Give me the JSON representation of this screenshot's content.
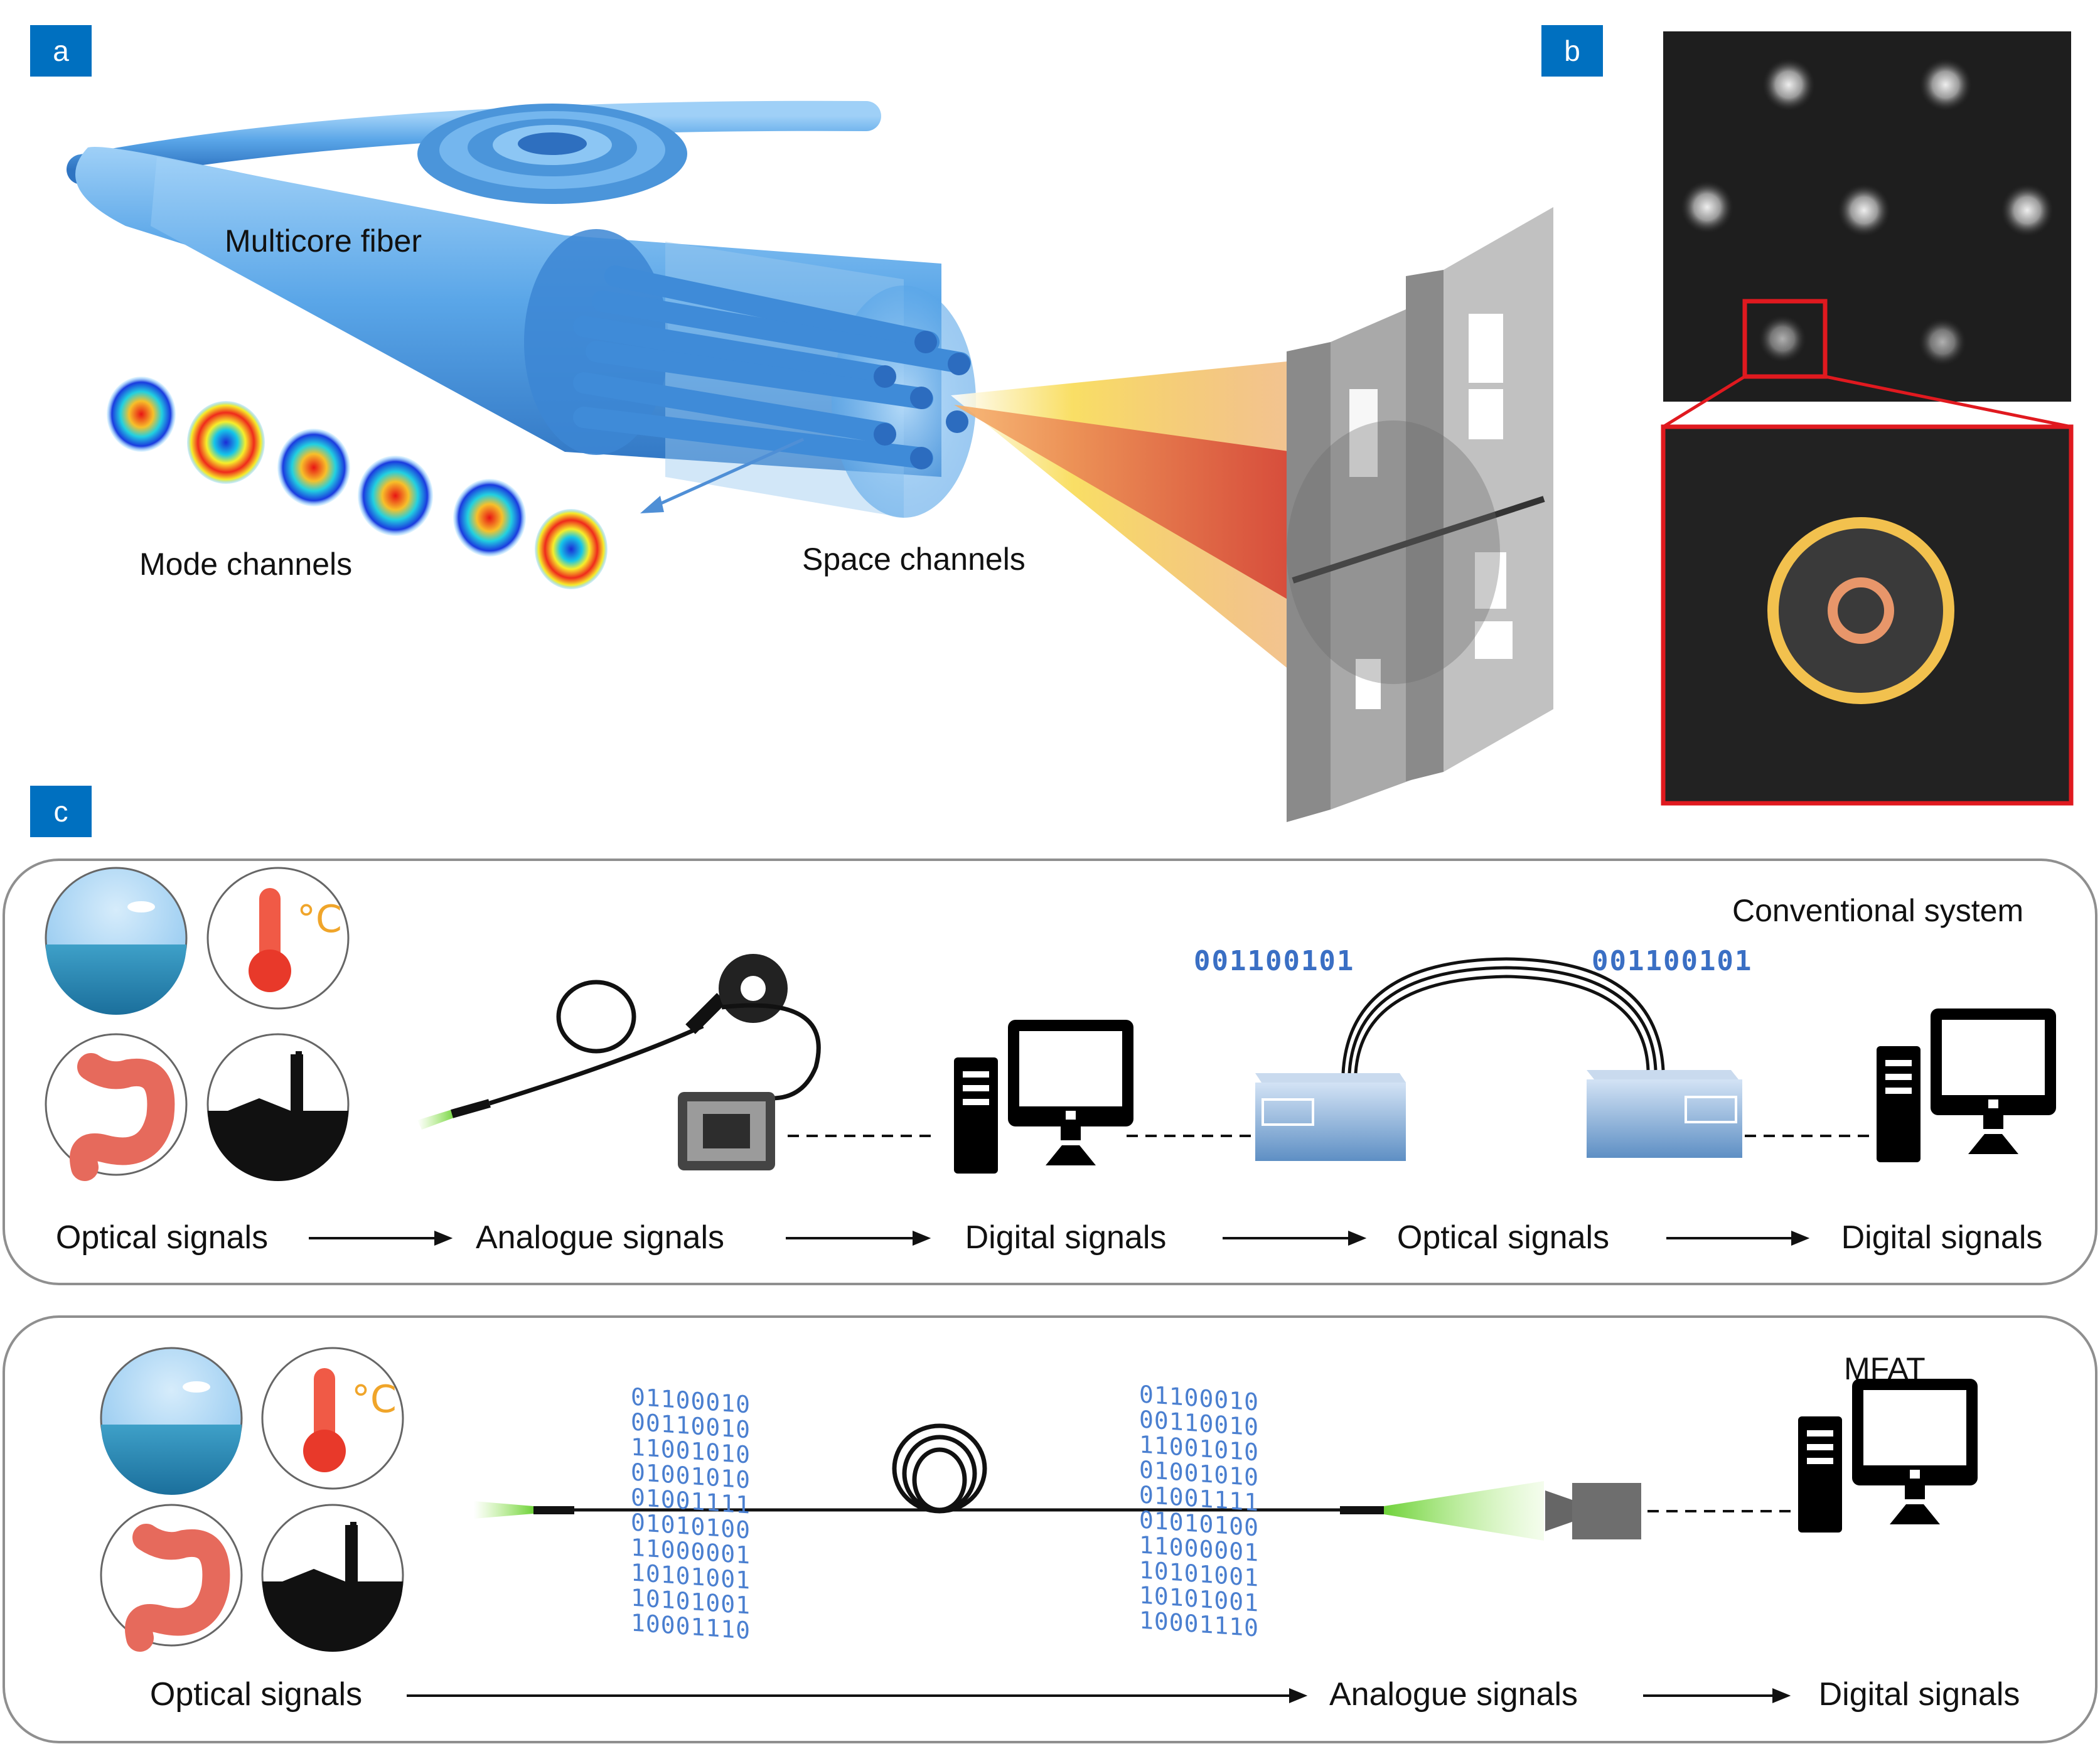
{
  "panel_tags": {
    "a": "a",
    "b": "b",
    "c": "c"
  },
  "panel_a": {
    "multicore_fiber": "Multicore fiber",
    "mode_channels": "Mode channels",
    "space_channels": "Space channels"
  },
  "conventional": {
    "title": "Conventional system",
    "bits_left": "001100101",
    "bits_right": "001100101",
    "stages": [
      "Optical signals",
      "Analogue signals",
      "Digital signals",
      "Optical signals",
      "Digital signals"
    ]
  },
  "mfat": {
    "title": "MFAT",
    "binary_column": [
      "01100010",
      "00110010",
      "11001010",
      "01001010",
      "01001111",
      "01010100",
      "11000001",
      "10101001",
      "10101001",
      "10001110"
    ],
    "stages": [
      "Optical signals",
      "Analogue signals",
      "Digital signals"
    ]
  },
  "colors": {
    "tag_blue": "#0070c0",
    "fiber_blue": "#5aa6e8",
    "highlight_red": "#e0191f",
    "ring_yellow": "#f2c14e",
    "ring_orange": "#e8966a"
  },
  "icons": [
    "ocean-icon",
    "thermometer-icon",
    "stomach-icon",
    "oil-pump-icon",
    "computer-icon",
    "optical-transceiver-icon",
    "camera-icon",
    "fiber-coil-icon"
  ]
}
